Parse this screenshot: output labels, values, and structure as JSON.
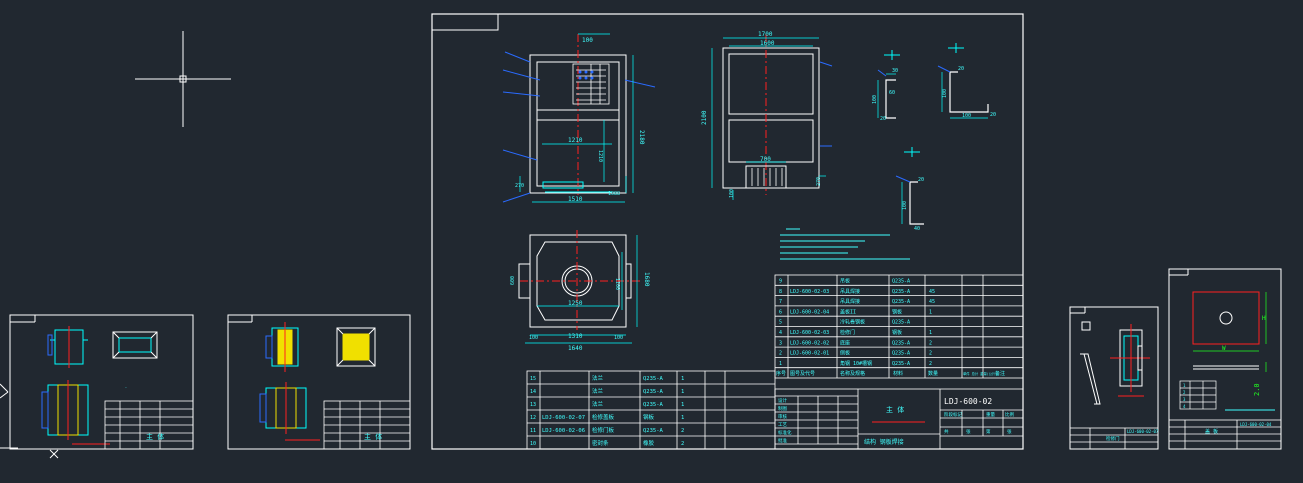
{
  "colors": {
    "background": "#212830",
    "frame": "#ffffff",
    "line_cyan": "#00ffff",
    "line_red": "#ff2020",
    "line_blue": "#2a6bff",
    "line_green": "#20ff20",
    "fill_yellow": "#f0e000",
    "text_cyan": "#40ffff",
    "text_white": "#ffffff"
  },
  "main_sheet": {
    "drawing_number": "LDJ-600-02",
    "front_view": {
      "dim_top": "100",
      "dim_right_height": "2180",
      "dim_inner_width": "1210",
      "dim_mid": "1210",
      "dim_bottom_width": "1510",
      "dim_left_small": "270",
      "dim_right_small": "1088"
    },
    "side_view": {
      "dim_top_outer": "1700",
      "dim_top_inner": "1600",
      "dim_left_height": "2100",
      "dim_bottom_inner": "700",
      "dim_bottom_left": "100",
      "dim_bottom_right": "270"
    },
    "plan_view": {
      "dim_left": "600",
      "dim_inner_width": "1250",
      "dim_right_inner": "1100",
      "dim_right_outer": "1680",
      "dim_mid": "1310",
      "dim_bottom": "1640",
      "dim_edge_left": "100",
      "dim_edge_right": "100"
    },
    "profiles": {
      "channel_a": {
        "dims": [
          "30",
          "60",
          "100",
          "20"
        ]
      },
      "angle_b": {
        "dims": [
          "20",
          "100",
          "100",
          "20"
        ]
      },
      "channel_c": {
        "dims": [
          "20",
          "100",
          "40"
        ]
      }
    },
    "bom_upper_rows": [
      {
        "no": "9",
        "code": "",
        "name": "吊板",
        "material": "Q235-A",
        "qty": ""
      },
      {
        "no": "8",
        "code": "LDJ-600-02-03",
        "name": "吊具焊接",
        "material": "Q235-A",
        "qty": "45"
      },
      {
        "no": "7",
        "code": "",
        "name": "吊具焊接",
        "material": "Q235-A",
        "qty": "45"
      },
      {
        "no": "6",
        "code": "LDJ-600-02-04",
        "name": "盖板II",
        "material": "钢板",
        "qty": "1"
      },
      {
        "no": "5",
        "code": "",
        "name": "冷轧卷钢板",
        "material": "Q235-A",
        "qty": ""
      },
      {
        "no": "4",
        "code": "LDJ-600-02-03",
        "name": "检修门",
        "material": "钢板",
        "qty": "1"
      },
      {
        "no": "3",
        "code": "LDJ-600-02-02",
        "name": "底座",
        "material": "Q235-A",
        "qty": "2"
      },
      {
        "no": "2",
        "code": "LDJ-600-02-01",
        "name": "侧板",
        "material": "Q235-A",
        "qty": "2"
      },
      {
        "no": "1",
        "code": "",
        "name": "角钢  10#槽钢",
        "material": "Q235-A",
        "qty": "2"
      }
    ],
    "bom_upper_header": [
      "序号",
      "图号及代号",
      "名称及规格",
      "材料",
      "数量",
      "单件 总计 重量(公斤)",
      "备注"
    ],
    "bom_lower_rows": [
      {
        "no": "15",
        "code": "",
        "name": "法兰",
        "material": "Q235-A",
        "qty": "1"
      },
      {
        "no": "14",
        "code": "",
        "name": "法兰",
        "material": "Q235-A",
        "qty": "1"
      },
      {
        "no": "13",
        "code": "",
        "name": "法兰",
        "material": "Q235-A",
        "qty": "1"
      },
      {
        "no": "12",
        "code": "LDJ-600-02-07",
        "name": "检修盖板",
        "material": "钢板",
        "qty": "1"
      },
      {
        "no": "11",
        "code": "LDJ-600-02-06",
        "name": "检修门板",
        "material": "Q235-A",
        "qty": "2"
      },
      {
        "no": "10",
        "code": "",
        "name": "密封条",
        "material": "橡胶",
        "qty": "2"
      }
    ],
    "title_block": {
      "center_label": "主 体",
      "bottom_label": "结构  钢板焊接",
      "rows": [
        "设计",
        "制图",
        "审核",
        "工艺",
        "标准化",
        "批准"
      ],
      "scale_labels": [
        "阶段标记",
        "重量",
        "比例"
      ],
      "sheet_labels": [
        "共",
        "张",
        "第",
        "张"
      ]
    }
  },
  "left_sheet_a": {
    "title": "主 体",
    "rows": [
      "设计",
      "制图",
      "审核"
    ]
  },
  "left_sheet_b": {
    "title": "主 体",
    "rows": [
      "设计",
      "制图",
      "审核"
    ]
  },
  "right_sheet_a": {
    "title": "检修门",
    "code": "LDJ-600-02-07"
  },
  "right_sheet_b": {
    "title": "盖 板",
    "code": "LDJ-600-02-04",
    "dim_w": "W",
    "dim_h": "H",
    "dim_thickness": "2.0",
    "table_rows": [
      "1",
      "2",
      "3",
      "4"
    ]
  }
}
